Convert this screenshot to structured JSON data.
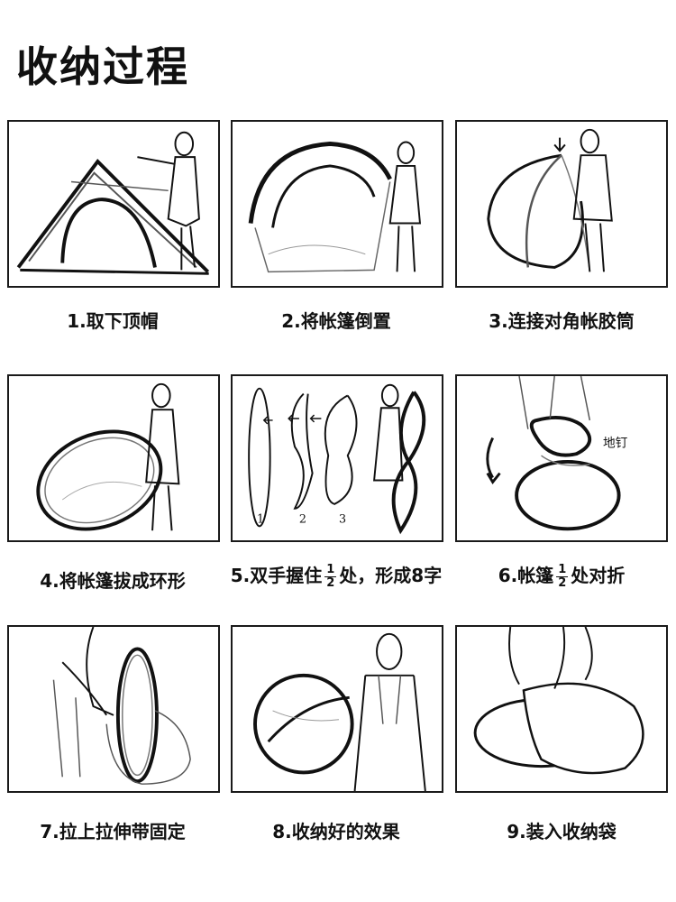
{
  "title": "收纳过程",
  "steps": [
    {
      "caption": "1.取下顶帽"
    },
    {
      "caption": "2.将帐篷倒置"
    },
    {
      "caption": "3.连接对角帐胶筒"
    },
    {
      "caption": "4.将帐篷拔成环形"
    },
    {
      "caption_pre": "5.双手握住",
      "frac_num": "1",
      "frac_den": "2",
      "caption_post": "处，形成8字",
      "labels": [
        "1",
        "2",
        "3"
      ]
    },
    {
      "caption_pre": "6.帐篷",
      "frac_num": "1",
      "frac_den": "2",
      "caption_post": "处对折",
      "label": "地钉"
    },
    {
      "caption": "7.拉上拉伸带固定"
    },
    {
      "caption": "8.收纳好的效果"
    },
    {
      "caption": "9.装入收纳袋"
    }
  ]
}
